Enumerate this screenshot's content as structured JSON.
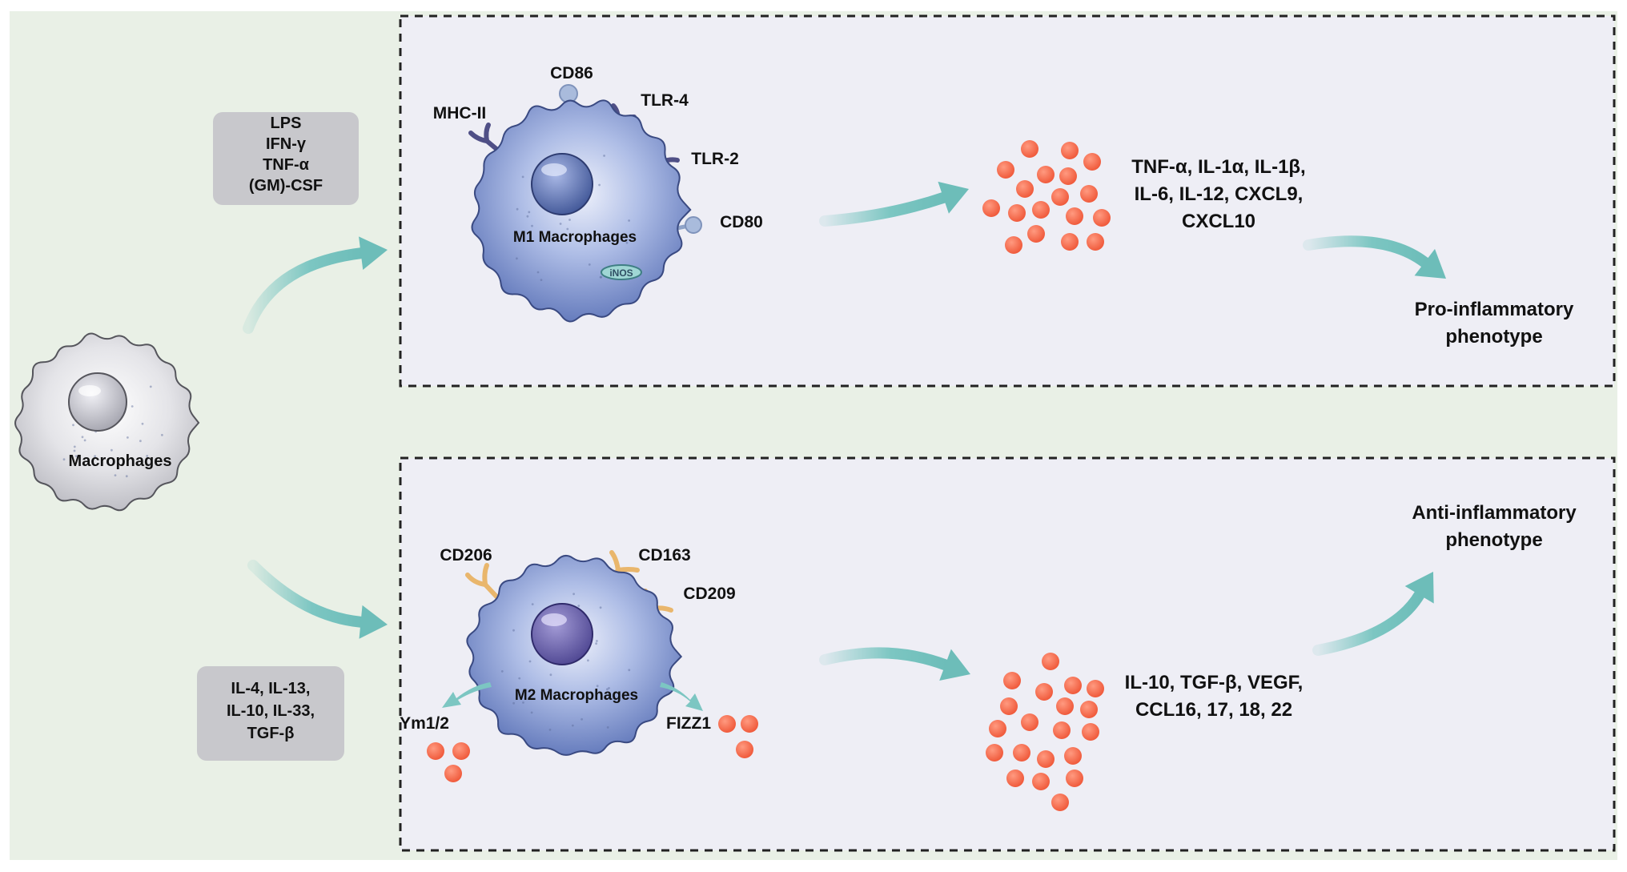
{
  "colors": {
    "background": "#e9f0e6",
    "panel": "#eeeef5",
    "stimulus_box": "#c8c8cc",
    "arrow": "#7cc6c2",
    "cytokine": "#f4674b",
    "m1_receptor": "#4f4f86",
    "m2_receptor": "#e9b66c",
    "cell_blue": "#8a9fd4",
    "cell_grey": "#dcdce0"
  },
  "naive": {
    "label": "Macrophages"
  },
  "m1": {
    "stimuli": [
      "LPS",
      "IFN-γ",
      "TNF-α",
      "(GM)-CSF"
    ],
    "cell_label": "M1 Macrophages",
    "organelle_label": "iNOS",
    "markers": {
      "cd86": "CD86",
      "tlr4": "TLR-4",
      "mhc2": "MHC-II",
      "tlr2": "TLR-2",
      "cd80": "CD80"
    },
    "cytokines": [
      "TNF-α, IL-1α, IL-1β,",
      "IL-6, IL-12, CXCL9,",
      "CXCL10"
    ],
    "phenotype": [
      "Pro-inflammatory",
      "phenotype"
    ]
  },
  "m2": {
    "stimuli": [
      "IL-4, IL-13,",
      "IL-10, IL-33,",
      "TGF-β"
    ],
    "cell_label": "M2 Macrophages",
    "markers": {
      "cd206": "CD206",
      "cd163": "CD163",
      "cd209": "CD209"
    },
    "secreted": {
      "left": "Ym1/2",
      "right": "FIZZ1"
    },
    "cytokines": [
      "IL-10, TGF-β, VEGF,",
      "CCL16, 17, 18, 22"
    ],
    "phenotype": [
      "Anti-inflammatory",
      "phenotype"
    ]
  }
}
